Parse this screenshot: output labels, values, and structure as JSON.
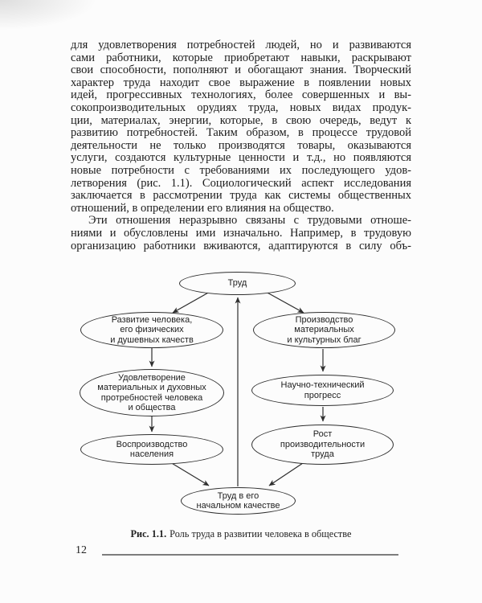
{
  "text": {
    "p1": [
      "для удовлетворения потребностей людей, но и развиваются",
      "сами работники, которые приобретают навыки, раскрывают",
      "свои способности, пополняют и обогащают знания. Творческий",
      "характер труда находит свое выражение в появлении новых",
      "идей, прогрессивных технологиях, более совершенных и вы-",
      "сокопроизводительных орудиях труда, новых видах продук-",
      "ции, материалах, энергии, которые, в свою очередь, ведут к",
      "развитию потребностей. Таким образом, в процессе трудовой",
      "деятельности не только производятся товары, оказываются",
      "услуги, создаются культурные ценности и т.д., но появляются",
      "новые потребности с требованиями их последующего удов-",
      "летворения (рис. 1.1). Социологический аспект исследования",
      "заключается в рассмотрении труда как системы общественных",
      "отношений, в определении его влияния на общество."
    ],
    "p2": [
      "Эти отношения неразрывно связаны с трудовыми отноше-",
      "ниями и обусловлены ими изначально. Например, в трудовую",
      "организацию работники вживаются, адаптируются в силу объ-"
    ]
  },
  "figure": {
    "nodes": {
      "trud": "Труд",
      "razvitie": "Развитие человека,\nего физических\nи душевных качеств",
      "proizvodstvo": "Производство\nматериальных\nи культурных благ",
      "udovletvorenie": "Удовлетворение\nматериальных и духовных\nпротребностей человека\nи общества",
      "ntp": "Научно-технический\nпрогресс",
      "vosproizvodstvo": "Воспроизводство\nнаселения",
      "rost": "Рост\nпроизводительности\nтруда",
      "trud_initial": "Труд в его\nначальном качестве"
    },
    "caption": {
      "label": "Рис. 1.1.",
      "text": "Роль труда в развитии человека в обществе"
    }
  },
  "footer": {
    "page_number": "12"
  }
}
